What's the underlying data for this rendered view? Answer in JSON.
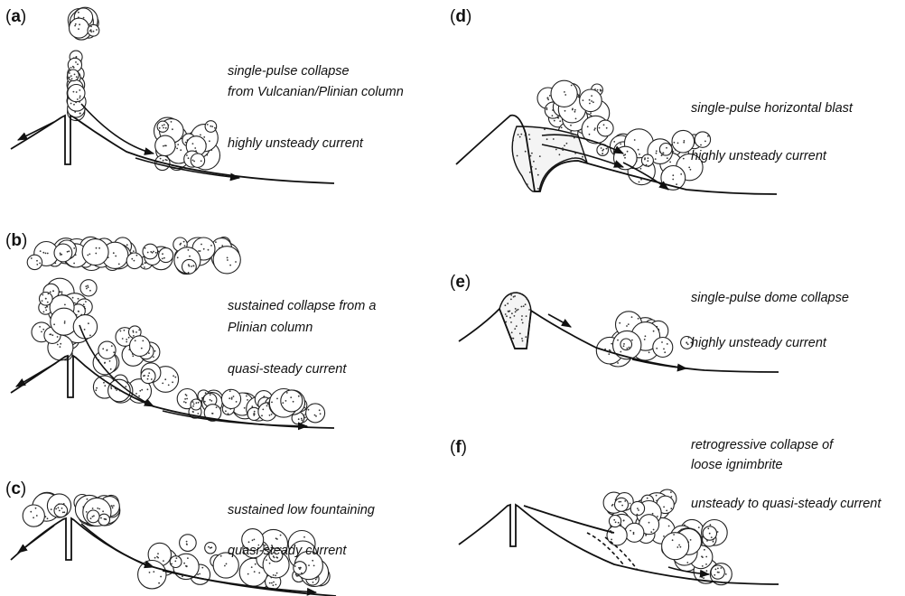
{
  "panels": [
    {
      "id": "a",
      "label": "a",
      "captions": [
        "single-pulse collapse",
        "from Vulcanian/Plinian column",
        "highly unsteady current"
      ]
    },
    {
      "id": "b",
      "label": "b",
      "captions": [
        "sustained collapse from a",
        "Plinian column",
        "quasi-steady current"
      ]
    },
    {
      "id": "c",
      "label": "c",
      "captions": [
        "sustained low fountaining",
        "quasi-steady current"
      ]
    },
    {
      "id": "d",
      "label": "d",
      "captions": [
        "single-pulse horizontal blast",
        "highly unsteady current"
      ]
    },
    {
      "id": "e",
      "label": "e",
      "captions": [
        "single-pulse dome collapse",
        "highly unsteady current"
      ]
    },
    {
      "id": "f",
      "label": "f",
      "captions": [
        "retrogressive collapse of",
        "loose ignimbrite",
        "unsteady to quasi-steady current"
      ]
    }
  ]
}
